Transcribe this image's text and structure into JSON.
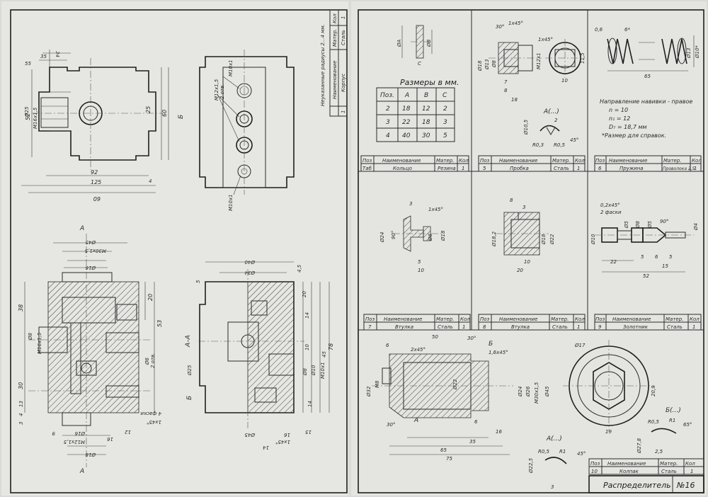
{
  "left_sheet": {
    "top_view": {
      "dims": [
        "52",
        "25",
        "60",
        "92",
        "125",
        "60",
        "34",
        "35",
        "4",
        "55",
        "Ø25"
      ],
      "labels": [
        "M16х1,5"
      ]
    },
    "side_view": {
      "labels": [
        "Б",
        "M10х1",
        "M12х1,5",
        "2 отв.",
        "M10х1"
      ]
    },
    "front_section": {
      "labels": [
        "A",
        "A",
        "M30х1,5",
        "Ø16",
        "Ø45",
        "Ø8",
        "Ø6",
        "2 отв.",
        "M16х1,5",
        "M12х1,5",
        "Ø16",
        "Ø18",
        "4 фаски",
        "1х45°"
      ],
      "dims": [
        "38",
        "20",
        "53",
        "30",
        "13",
        "4",
        "3",
        "9",
        "12",
        "16"
      ]
    },
    "section_aa": {
      "title": "A–A",
      "labels": [
        "Ø40",
        "Ø34",
        "Ø25",
        "Ø8",
        "Ø10",
        "M10х1",
        "Б",
        "Ø45",
        "1х45°"
      ],
      "dims": [
        "4,5",
        "5",
        "20",
        "14",
        "78",
        "10",
        "45",
        "16",
        "14",
        "14",
        "15"
      ]
    },
    "title_block": {
      "col_name": "Наименование",
      "col_mat": "Матер.",
      "col_qty": "Кол",
      "row_name": "Корпус",
      "row_mat": "Сталь",
      "row_qty": "1",
      "row_pos": "1",
      "note": "Неуказанные радиусы 2...4 мм."
    }
  },
  "right_sheet": {
    "ring": {
      "sizes_title": "Размеры в мм.",
      "table": {
        "headers": [
          "Поз.",
          "A",
          "B",
          "C"
        ],
        "rows": [
          [
            "2",
            "18",
            "12",
            "2"
          ],
          [
            "3",
            "22",
            "18",
            "3"
          ],
          [
            "4",
            "40",
            "30",
            "5"
          ]
        ]
      },
      "labels": [
        "ØA",
        "ØB",
        "C"
      ],
      "spec": {
        "pos": "Поз",
        "name": "Наименование",
        "mat": "Матер.",
        "qty": "Кол",
        "row_pos": "Таб",
        "row_name": "Кольцо",
        "row_mat": "Резина",
        "row_qty": "1"
      }
    },
    "plug": {
      "labels": [
        "30°",
        "1х45°",
        "1х45°",
        "Ø18",
        "Ø13",
        "Ø8",
        "M12х1",
        "7",
        "8",
        "18",
        "10",
        "11,5",
        "A(...)",
        "Ø10,5",
        "2",
        "R0,3",
        "R0,5",
        "45°"
      ],
      "spec": {
        "pos": "Поз",
        "name": "Наименование",
        "mat": "Матер.",
        "qty": "Кол",
        "row_pos": "5",
        "row_name": "Пробка",
        "row_mat": "Сталь",
        "row_qty": "1"
      }
    },
    "spring": {
      "labels": [
        "0,6",
        "6*",
        "Ø10*",
        "65",
        "Ø13"
      ],
      "notes": [
        "Направление навивки - правое",
        "n = 10",
        "n₁ = 12",
        "D₇ = 18,7 мм",
        "*Размер для справок."
      ],
      "spec": {
        "pos": "Поз",
        "name": "Наименование",
        "mat": "Матер.",
        "qty": "Кол",
        "row_pos": "6",
        "row_name": "Пружина",
        "row_mat": "Проволока 2,5",
        "row_qty": "1"
      }
    },
    "bushing7": {
      "labels": [
        "3",
        "1х45°",
        "Ø24",
        "90°",
        "Ø6",
        "Ø18",
        "5",
        "10"
      ],
      "spec": {
        "pos": "Поз",
        "name": "Наименование",
        "mat": "Матер.",
        "qty": "Кол",
        "row_pos": "7",
        "row_name": "Втулка",
        "row_mat": "Сталь",
        "row_qty": "1"
      }
    },
    "bushing8": {
      "labels": [
        "8",
        "3",
        "Ø18,2",
        "Ø18",
        "Ø22",
        "10",
        "20"
      ],
      "spec": {
        "pos": "Поз",
        "name": "Наименование",
        "mat": "Матер.",
        "qty": "Кол",
        "row_pos": "8",
        "row_name": "Втулка",
        "row_mat": "Сталь",
        "row_qty": "1"
      }
    },
    "spool": {
      "labels": [
        "0,2х45°",
        "2 фаски",
        "90°",
        "Ø10",
        "Ø5",
        "Ø8",
        "Ø5",
        "Ø4",
        "22",
        "5",
        "6",
        "5",
        "15",
        "52"
      ],
      "spec": {
        "pos": "Поз",
        "name": "Наименование",
        "mat": "Матер.",
        "qty": "Кол",
        "row_pos": "9",
        "row_name": "Золотник",
        "row_mat": "Сталь",
        "row_qty": "1"
      }
    },
    "cap": {
      "labels": [
        "50",
        "6",
        "2х45°",
        "30°",
        "Б",
        "1,6х45°",
        "Ø32",
        "M8",
        "Ø22",
        "Ø24",
        "Ø26",
        "M30х1,5",
        "Ø45",
        "A",
        "30°",
        "6",
        "16",
        "35",
        "65",
        "75",
        "Ø17",
        "20,9",
        "19",
        "Б(...)",
        "R0,5",
        "R1",
        "65°",
        "Ø27,8",
        "2,5",
        "A(...)",
        "R0,5",
        "R1",
        "45°",
        "Ø22,5",
        "3"
      ],
      "spec": {
        "pos": "Поз",
        "name": "Наименование",
        "mat": "Матер.",
        "qty": "Кол",
        "row_pos": "10",
        "row_name": "Колпак",
        "row_mat": "Сталь",
        "row_qty": "1"
      }
    },
    "main_title": "Распределитель",
    "sheet_no": "№16"
  }
}
